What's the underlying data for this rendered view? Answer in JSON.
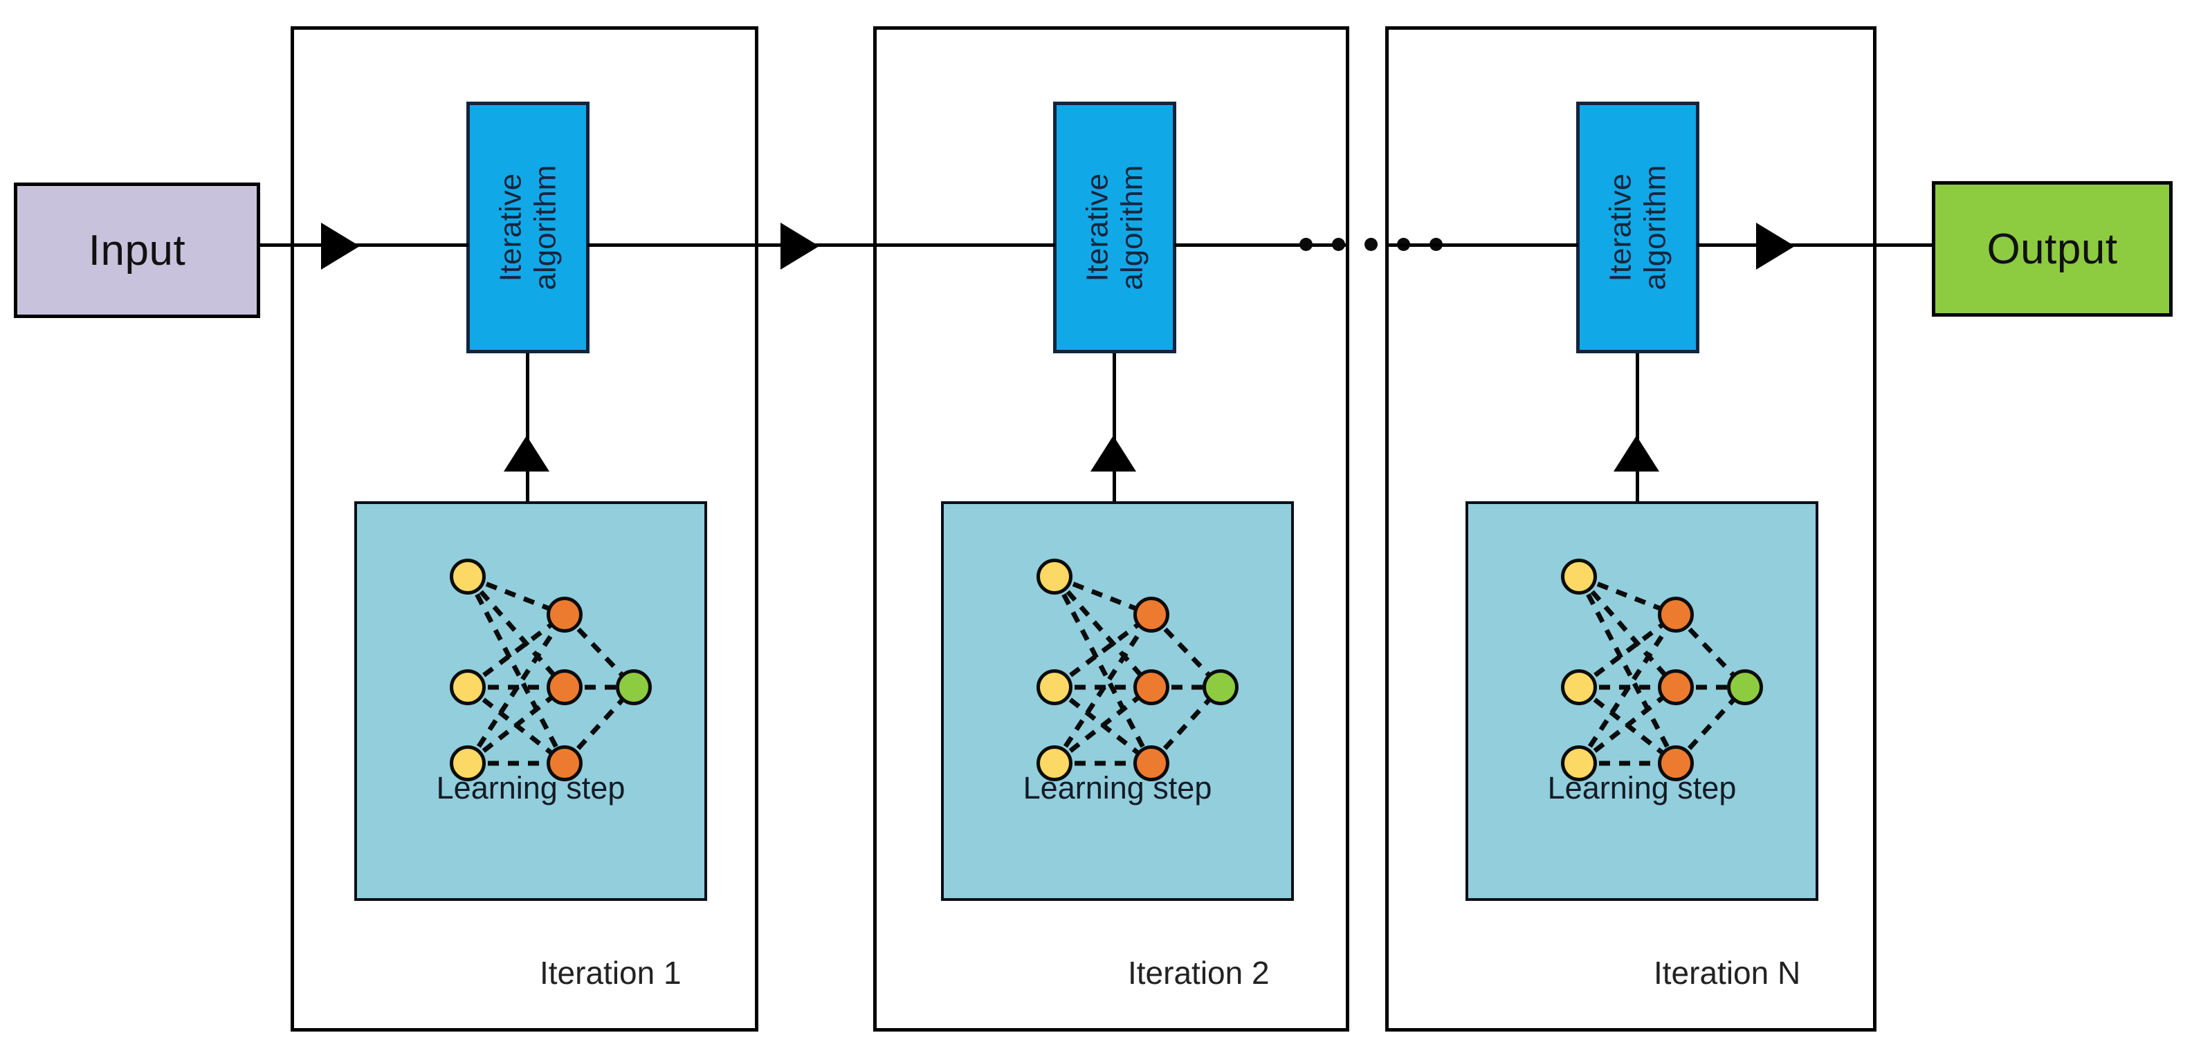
{
  "diagram": {
    "title": "Iterative algorithm with learning step pipeline",
    "type": "block-flow-diagram",
    "input": {
      "label": "Input",
      "fill": "#C9C2DC",
      "stroke": "#000000"
    },
    "output": {
      "label": "Output",
      "fill": "#8DCB40",
      "stroke": "#000000"
    },
    "algorithm_block": {
      "line1": "Iterative",
      "line2": "algorithm",
      "fill": "#11A8E8",
      "stroke": "#13243d",
      "text_orientation": "vertical-bottom-to-top"
    },
    "learning_block": {
      "label": "Learning step",
      "fill": "#92CEDC",
      "stroke": "#0b0f18"
    },
    "network": {
      "node_colors": {
        "input_layer": "#FBD964",
        "hidden_layer": "#ED7B2F",
        "output_layer": "#8DCB40",
        "node_stroke": "#0c0c0c"
      },
      "layers": [
        {
          "name": "input",
          "count": 3
        },
        {
          "name": "hidden",
          "count": 3
        },
        {
          "name": "output",
          "count": 1
        }
      ],
      "edge_style": "dashed"
    },
    "ellipsis": {
      "dot_count": 5,
      "color": "#0a0a0a"
    },
    "iterations": [
      {
        "id": "iteration-1",
        "caption": "Iteration 1"
      },
      {
        "id": "iteration-2",
        "caption": "Iteration 2"
      },
      {
        "id": "iteration-n",
        "caption": "Iteration N"
      }
    ],
    "flow_arrows": {
      "direction": "left-to-right",
      "count": 3,
      "color": "#000000"
    },
    "feedback_arrows": {
      "direction": "bottom-to-top",
      "count": 3,
      "color": "#000000"
    }
  }
}
